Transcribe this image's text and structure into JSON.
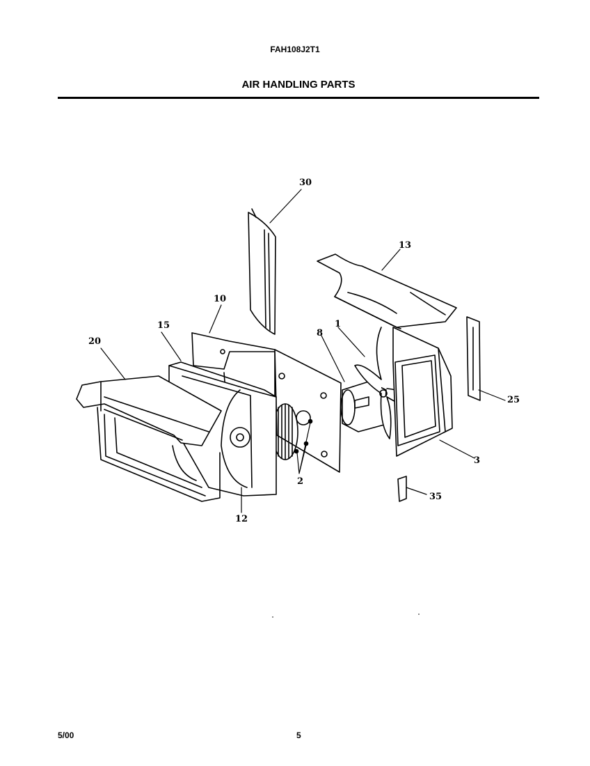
{
  "header": {
    "model_number": "FAH108J2T1",
    "section_title": "AIR HANDLING PARTS"
  },
  "diagram": {
    "callouts": {
      "c30": "30",
      "c13": "13",
      "c10": "10",
      "c15": "15",
      "c20": "20",
      "c8": "8",
      "c1": "1",
      "c25": "25",
      "c3": "3",
      "c2": "2",
      "c12": "12",
      "c35": "35"
    }
  },
  "footer": {
    "date": "5/00",
    "page": "5"
  }
}
